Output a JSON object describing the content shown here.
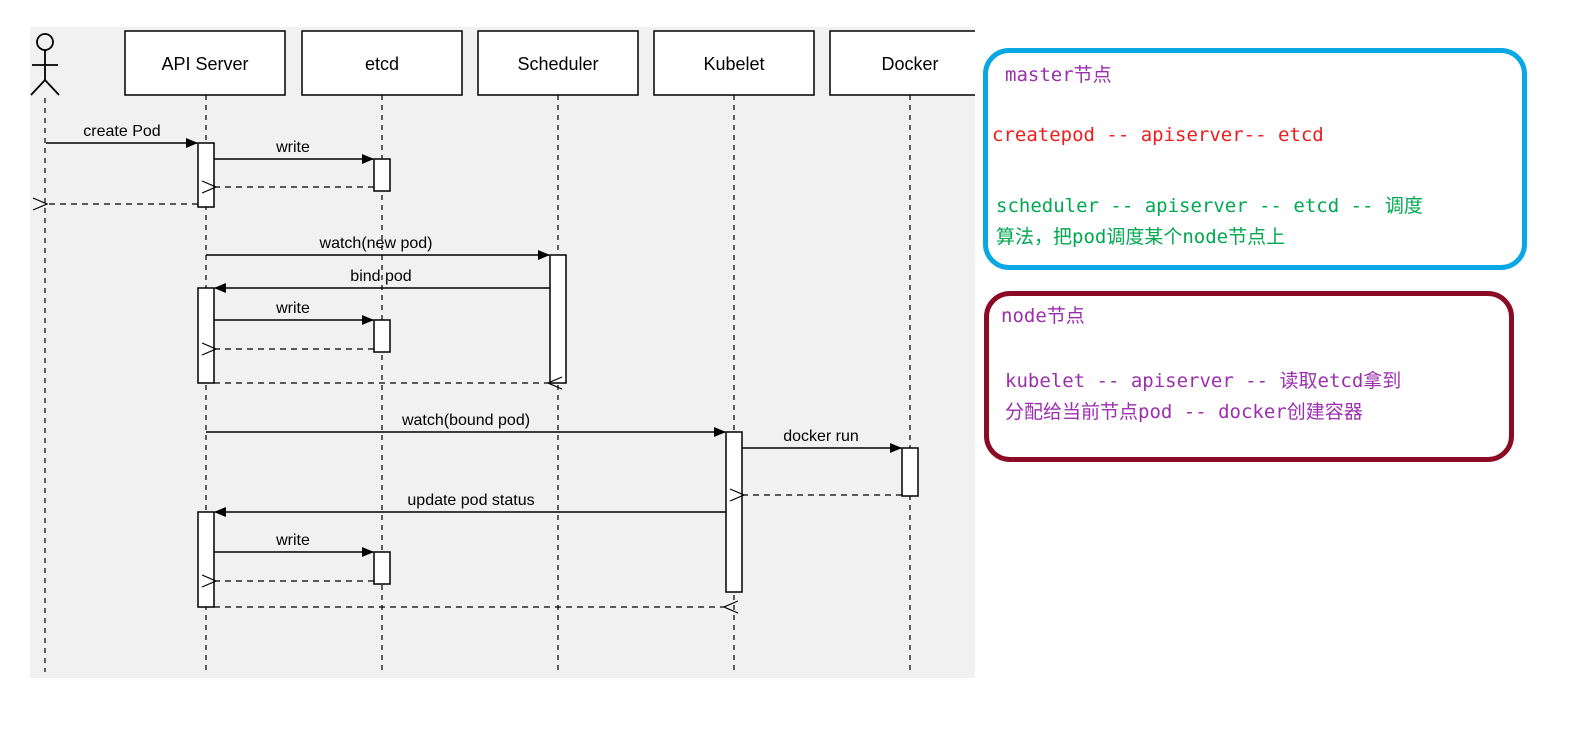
{
  "diagram": {
    "participants": {
      "actor": "",
      "api_server": "API Server",
      "etcd": "etcd",
      "scheduler": "Scheduler",
      "kubelet": "Kubelet",
      "docker": "Docker"
    },
    "messages": {
      "create_pod": "create Pod",
      "write_1": "write",
      "watch_new_pod": "watch(new pod)",
      "bind_pod": "bind pod",
      "write_2": "write",
      "watch_bound_pod": "watch(bound pod)",
      "docker_run": "docker run",
      "update_pod_status": "update pod status",
      "write_3": "write"
    }
  },
  "notes": {
    "master": {
      "title": "master节点",
      "line1": "createpod -- apiserver-- etcd",
      "line2": "scheduler -- apiserver -- etcd -- 调度",
      "line3": "算法，把pod调度某个node节点上",
      "title_color": "#9b2fae",
      "line1_color": "#ee1c1c",
      "line2_color": "#00a84f",
      "border_color": "#0aa7e5"
    },
    "node": {
      "title": "node节点",
      "line1": "kubelet -- apiserver -- 读取etcd拿到",
      "line2": "分配给当前节点pod -- docker创建容器",
      "text_color": "#9b2fae",
      "border_color": "#8b0b24"
    }
  }
}
